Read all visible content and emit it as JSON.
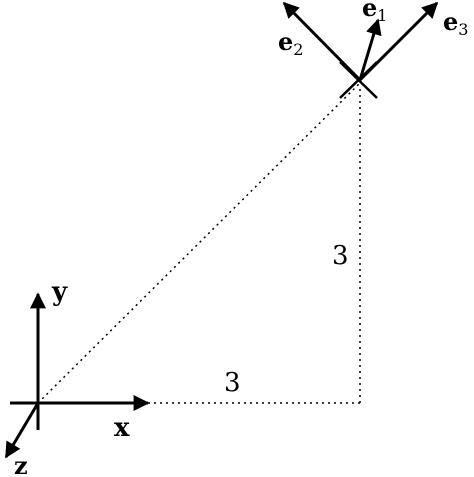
{
  "local_frame": {
    "e1": {
      "base": "e",
      "sub": "1"
    },
    "e2": {
      "base": "e",
      "sub": "2"
    },
    "e3": {
      "base": "e",
      "sub": "3"
    }
  },
  "global_frame": {
    "x_label": "x",
    "y_label": "y",
    "z_label": "z"
  },
  "offsets": {
    "horizontal": "3",
    "vertical": "3"
  }
}
